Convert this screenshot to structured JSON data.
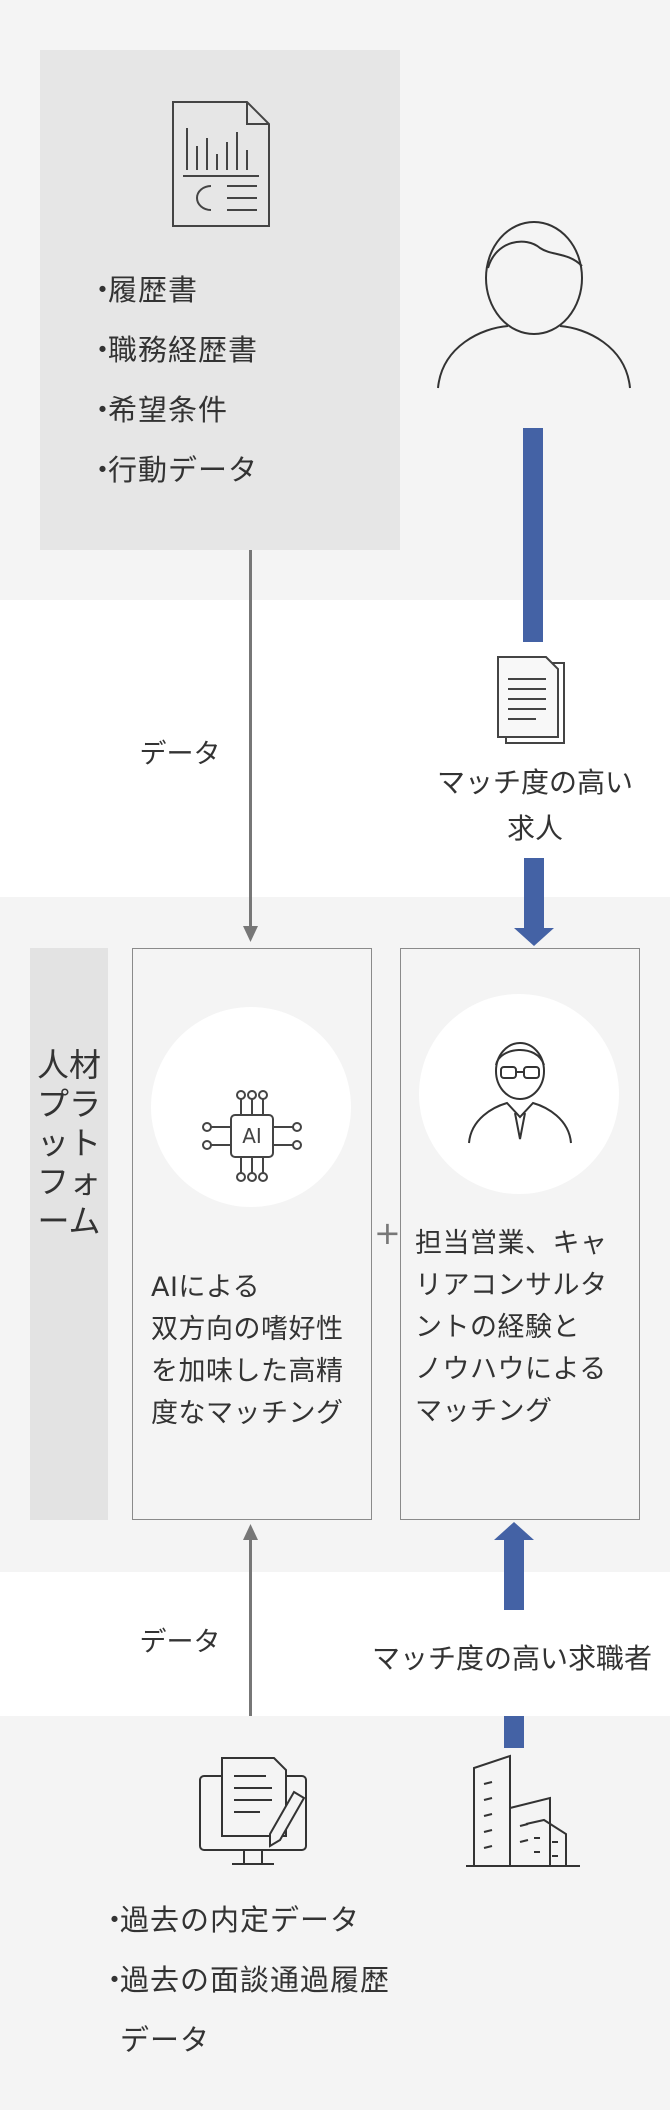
{
  "candidate_documents": {
    "icon": "document-chart-icon",
    "items": [
      "履歴書",
      "職務経歴書",
      "希望条件",
      "行動データ"
    ]
  },
  "person_icon": "person-icon",
  "arrows": {
    "data_label_top": "データ",
    "job_label": "マッチ度の高い\n求人",
    "data_label_bottom": "データ",
    "candidate_label": "マッチ度の高い求職者"
  },
  "platform": {
    "tag": "人材プラットフォーム",
    "ai_card": {
      "icon": "ai-chip-icon",
      "chip_text": "AI",
      "text": "AIによる\n双方向の嗜好性\nを加味した高精\n度なマッチング"
    },
    "plus": "+",
    "human_card": {
      "icon": "consultant-icon",
      "text": "担当営業、キャ\nリアコンサルタ\nントの経験と\nノウハウによる\nマッチング"
    }
  },
  "past_data": {
    "icon": "monitor-document-pen-icon",
    "items": [
      "過去の内定データ",
      "過去の面談通過履歴\nデータ"
    ]
  },
  "company_icon": "buildings-icon",
  "colors": {
    "accent_blue": "#4462a5",
    "gray_line": "#777777",
    "band": "#f4f4f4",
    "box": "#e6e6e6"
  }
}
